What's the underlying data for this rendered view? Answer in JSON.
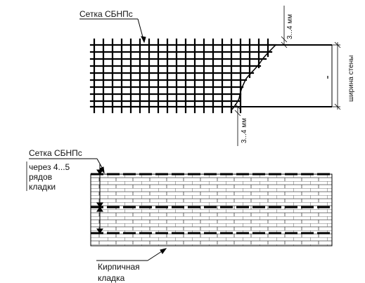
{
  "top_view": {
    "mesh_label": "Сетка СБНПс",
    "dim_top": "3...4 мм",
    "dim_bottom": "3...4 мм",
    "wall_width_label": "ширина стены"
  },
  "section_view": {
    "mesh_label": "Сетка СБНПс",
    "spacing_label_line1": "через 4...5",
    "spacing_label_line2": "рядов",
    "spacing_label_line3": "кладки",
    "brick_label_line1": "Кирпичная",
    "brick_label_line2": "кладка"
  }
}
